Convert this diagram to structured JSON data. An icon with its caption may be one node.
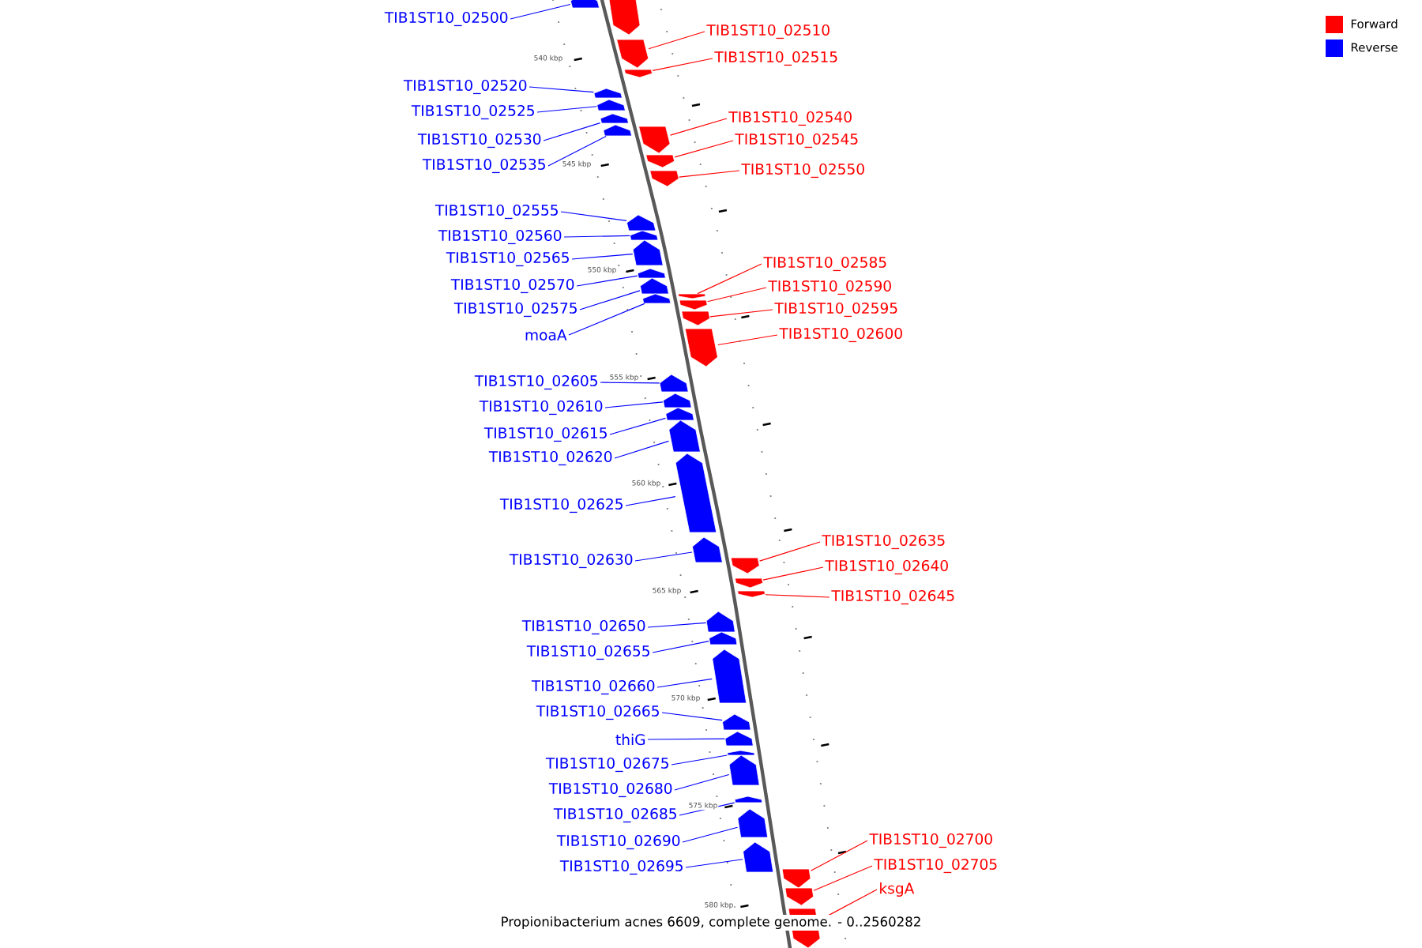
{
  "diagram": {
    "caption": "Propionibacterium acnes 6609, complete genome. - 0..2560282",
    "nodes": [
      {
        "text": [
          "TIB1ST10_02500"
        ]
      },
      {
        "text": [
          "TIB1ST10_02510"
        ]
      },
      {
        "text": [
          "TIB1ST10_02515"
        ]
      },
      {
        "text": [
          "TIB1ST10_02520"
        ]
      },
      {
        "text": [
          "TIB1ST10_02525"
        ]
      },
      {
        "text": [
          "TIB1ST10_02530"
        ]
      },
      {
        "text": [
          "TIB1ST10_02540"
        ]
      },
      {
        "text": [
          "TIB1ST10_02535"
        ]
      },
      {
        "text": [
          "TIB1ST10_02545"
        ]
      },
      {
        "text": [
          "TIB1ST10_02550"
        ]
      },
      {
        "text": [
          "TIB1ST10_02555"
        ]
      },
      {
        "text": [
          "TIB1ST10_02560"
        ]
      },
      {
        "text": [
          "TIB1ST10_02565"
        ]
      },
      {
        "text": [
          "TIB1ST10_02585"
        ]
      },
      {
        "text": [
          "TIB1ST10_02570"
        ]
      },
      {
        "text": [
          "TIB1ST10_02590"
        ]
      },
      {
        "text": [
          "TIB1ST10_02575"
        ]
      },
      {
        "text": [
          "TIB1ST10_02595"
        ]
      },
      {
        "text": [
          "moaA"
        ]
      },
      {
        "text": [
          "TIB1ST10_02600"
        ]
      },
      {
        "text": [
          "TIB1ST10_02605"
        ]
      },
      {
        "text": [
          "TIB1ST10_02610"
        ]
      },
      {
        "text": [
          "TIB1ST10_02615"
        ]
      },
      {
        "text": [
          "TIB1ST10_02620"
        ]
      },
      {
        "text": [
          "TIB1ST10_02625"
        ]
      },
      {
        "text": [
          "TIB1ST10_02635"
        ]
      },
      {
        "text": [
          "TIB1ST10_02630"
        ]
      },
      {
        "text": [
          "TIB1ST10_02640"
        ]
      },
      {
        "text": [
          "TIB1ST10_02645"
        ]
      },
      {
        "text": [
          "TIB1ST10_02650"
        ]
      },
      {
        "text": [
          "TIB1ST10_02655"
        ]
      },
      {
        "text": [
          "TIB1ST10_02660"
        ]
      },
      {
        "text": [
          "TIB1ST10_02665"
        ]
      },
      {
        "text": [
          "thiG"
        ]
      },
      {
        "text": [
          "TIB1ST10_02675"
        ]
      },
      {
        "text": [
          "TIB1ST10_02680"
        ]
      },
      {
        "text": [
          "TIB1ST10_02685"
        ]
      },
      {
        "text": [
          "TIB1ST10_02690"
        ]
      },
      {
        "text": [
          "TIB1ST10_02700"
        ]
      },
      {
        "text": [
          "TIB1ST10_02695"
        ]
      },
      {
        "text": [
          "TIB1ST10_02705"
        ]
      },
      {
        "text": [
          "ksgA"
        ]
      },
      {
        "text": [],
        "shape": "pentagon"
      },
      {
        "text": [],
        "shape": "pentagon"
      },
      {
        "text": [],
        "shape": "pentagon"
      },
      {
        "text": [],
        "shape": "pentagon"
      },
      {
        "text": [],
        "shape": "pentagon"
      },
      {
        "text": [],
        "shape": "pentagon"
      },
      {
        "text": [],
        "shape": "pentagon"
      },
      {
        "text": [],
        "shape": "pentagon"
      },
      {
        "text": [],
        "shape": "pentagon"
      },
      {
        "text": [],
        "shape": "pentagon"
      },
      {
        "text": [],
        "shape": "pentagon"
      },
      {
        "text": [],
        "shape": "pentagon"
      },
      {
        "text": [],
        "shape": "pentagon"
      },
      {
        "text": [],
        "shape": "pentagon"
      },
      {
        "text": [],
        "shape": "pentagon"
      },
      {
        "text": [],
        "shape": "pentagon"
      },
      {
        "text": [],
        "shape": "pentagon"
      },
      {
        "text": [],
        "shape": "pentagon"
      },
      {
        "text": [],
        "shape": "pentagon"
      },
      {
        "text": [],
        "shape": "pentagon"
      },
      {
        "text": [],
        "shape": "pentagon"
      },
      {
        "text": [],
        "shape": "pentagon"
      },
      {
        "text": [],
        "shape": "pentagon"
      },
      {
        "text": [],
        "shape": "pentagon"
      },
      {
        "text": [],
        "shape": "pentagon"
      },
      {
        "text": [],
        "shape": "pentagon"
      },
      {
        "text": [],
        "shape": "pentagon"
      },
      {
        "text": [],
        "shape": "pentagon"
      },
      {
        "text": [],
        "shape": "pentagon"
      },
      {
        "text": [],
        "shape": "pentagon"
      },
      {
        "text": [],
        "shape": "pentagon"
      },
      {
        "text": [],
        "shape": "pentagon"
      },
      {
        "text": [],
        "shape": "pentagon"
      },
      {
        "text": [],
        "shape": "pentagon"
      },
      {
        "text": [],
        "shape": "pentagon"
      },
      {
        "text": [],
        "shape": "pentagon"
      },
      {
        "text": [],
        "shape": "pentagon"
      },
      {
        "text": [],
        "shape": "pentagon"
      },
      {
        "text": [],
        "shape": "pentagon"
      },
      {
        "text": [],
        "shape": "pentagon"
      },
      {
        "text": [],
        "shape": "pentagon"
      },
      {
        "text": [],
        "shape": "pentagon"
      },
      {
        "text": [],
        "shape": "pentagon"
      }
    ],
    "edges": [
      {
        "from": 0,
        "to": 43,
        "arrow": "none",
        "color": "#0000ff"
      },
      {
        "from": 1,
        "to": 44,
        "arrow": "none",
        "color": "#ff0000"
      },
      {
        "from": 2,
        "to": 45,
        "arrow": "none",
        "color": "#ff0000"
      },
      {
        "from": 3,
        "to": 46,
        "arrow": "none",
        "color": "#0000ff"
      },
      {
        "from": 4,
        "to": 47,
        "arrow": "none",
        "color": "#0000ff"
      },
      {
        "from": 5,
        "to": 48,
        "arrow": "none",
        "color": "#0000ff"
      },
      {
        "from": 6,
        "to": 50,
        "arrow": "none",
        "color": "#ff0000"
      },
      {
        "from": 7,
        "to": 49,
        "arrow": "none",
        "color": "#0000ff"
      },
      {
        "from": 8,
        "to": 51,
        "arrow": "none",
        "color": "#ff0000"
      },
      {
        "from": 9,
        "to": 52,
        "arrow": "none",
        "color": "#ff0000"
      },
      {
        "from": 10,
        "to": 53,
        "arrow": "none",
        "color": "#0000ff"
      },
      {
        "from": 11,
        "to": 54,
        "arrow": "none",
        "color": "#0000ff"
      },
      {
        "from": 12,
        "to": 55,
        "arrow": "none",
        "color": "#0000ff"
      },
      {
        "from": 13,
        "to": 58,
        "arrow": "none",
        "color": "#ff0000"
      },
      {
        "from": 14,
        "to": 56,
        "arrow": "none",
        "color": "#0000ff"
      },
      {
        "from": 15,
        "to": 60,
        "arrow": "none",
        "color": "#ff0000"
      },
      {
        "from": 16,
        "to": 57,
        "arrow": "none",
        "color": "#0000ff"
      },
      {
        "from": 17,
        "to": 61,
        "arrow": "none",
        "color": "#ff0000"
      },
      {
        "from": 18,
        "to": 59,
        "arrow": "none",
        "color": "#0000ff"
      },
      {
        "from": 19,
        "to": 62,
        "arrow": "none",
        "color": "#ff0000"
      },
      {
        "from": 20,
        "to": 63,
        "arrow": "none",
        "color": "#0000ff"
      },
      {
        "from": 21,
        "to": 64,
        "arrow": "none",
        "color": "#0000ff"
      },
      {
        "from": 22,
        "to": 65,
        "arrow": "none",
        "color": "#0000ff"
      },
      {
        "from": 23,
        "to": 66,
        "arrow": "none",
        "color": "#0000ff"
      },
      {
        "from": 24,
        "to": 67,
        "arrow": "none",
        "color": "#0000ff"
      },
      {
        "from": 25,
        "to": 69,
        "arrow": "none",
        "color": "#ff0000"
      },
      {
        "from": 26,
        "to": 68,
        "arrow": "none",
        "color": "#0000ff"
      },
      {
        "from": 27,
        "to": 70,
        "arrow": "none",
        "color": "#ff0000"
      },
      {
        "from": 28,
        "to": 71,
        "arrow": "none",
        "color": "#ff0000"
      },
      {
        "from": 29,
        "to": 72,
        "arrow": "none",
        "color": "#0000ff"
      },
      {
        "from": 30,
        "to": 73,
        "arrow": "none",
        "color": "#0000ff"
      },
      {
        "from": 31,
        "to": 74,
        "arrow": "none",
        "color": "#0000ff"
      },
      {
        "from": 32,
        "to": 75,
        "arrow": "none",
        "color": "#0000ff"
      },
      {
        "from": 33,
        "to": 76,
        "arrow": "none",
        "color": "#0000ff"
      },
      {
        "from": 34,
        "to": 77,
        "arrow": "none",
        "color": "#0000ff"
      },
      {
        "from": 35,
        "to": 78,
        "arrow": "none",
        "color": "#0000ff"
      },
      {
        "from": 36,
        "to": 79,
        "arrow": "none",
        "color": "#0000ff"
      },
      {
        "from": 37,
        "to": 80,
        "arrow": "none",
        "color": "#0000ff"
      },
      {
        "from": 38,
        "to": 82,
        "arrow": "none",
        "color": "#ff0000"
      },
      {
        "from": 39,
        "to": 81,
        "arrow": "none",
        "color": "#0000ff"
      },
      {
        "from": 40,
        "to": 83,
        "arrow": "none",
        "color": "#ff0000"
      },
      {
        "from": 41,
        "to": 84,
        "arrow": "none",
        "color": "#ff0000"
      }
    ],
    "labels": [
      "540 kbp",
      "545 kbp",
      "550 kbp",
      "555 kbp",
      "560 kbp",
      "565 kbp",
      "570 kbp",
      "575 kbp",
      "580 kbp"
    ],
    "legend": [
      {
        "text": "Forward",
        "color": "#ff0000"
      },
      {
        "text": "Reverse",
        "color": "#0000ff"
      }
    ]
  }
}
